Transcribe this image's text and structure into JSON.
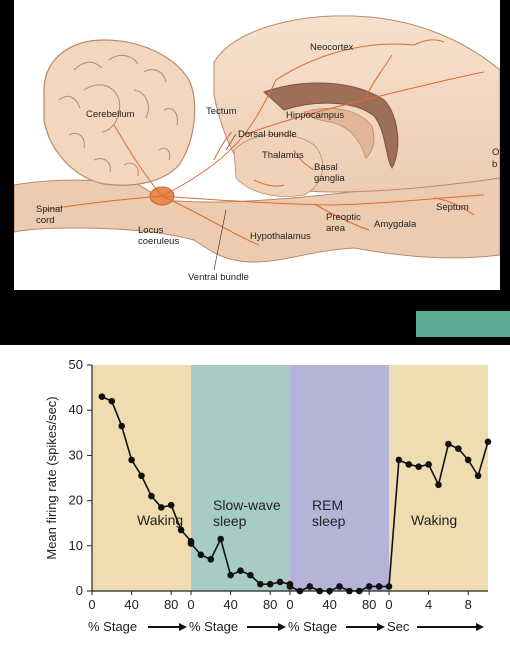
{
  "brain": {
    "labels": {
      "neocortex": "Neocortex",
      "cerebellum": "Cerebellum",
      "tectum": "Tectum",
      "hippocampus": "Hippocampus",
      "dorsal_bundle": "Dorsal bundle",
      "thalamus": "Thalamus",
      "basal_ganglia_1": "Basal",
      "basal_ganglia_2": "ganglia",
      "olfactory_1": "O",
      "olfactory_2": "b",
      "spinal_cord_1": "Spinal",
      "spinal_cord_2": "cord",
      "locus_1": "Locus",
      "locus_2": "coeruleus",
      "hypothalamus": "Hypothalamus",
      "preoptic_1": "Preoptic",
      "preoptic_2": "area",
      "amygdala": "Amygdala",
      "septum": "Septum",
      "ventral_bundle": "Ventral bundle"
    },
    "colors": {
      "tissue": "#f2d6be",
      "tissue_dark": "#dcae8c",
      "outline": "#b98a6a",
      "fiber": "#e06a30",
      "nucleus": "#e8894e"
    }
  },
  "header_bar": {
    "color": "#5aab96"
  },
  "chart_data": {
    "type": "line",
    "ylabel": "Mean firing rate (spikes/sec)",
    "ylim": [
      0,
      50
    ],
    "yticks": [
      "0",
      "10",
      "20",
      "30",
      "40",
      "50"
    ],
    "regions": [
      {
        "name": "Waking",
        "label_1": "Waking",
        "label_2": "",
        "color": "#efdcb0"
      },
      {
        "name": "Slow-wave sleep",
        "label_1": "Slow-wave",
        "label_2": "sleep",
        "color": "#a7ccc3"
      },
      {
        "name": "REM sleep",
        "label_1": "REM",
        "label_2": "sleep",
        "color": "#b6b3d9"
      },
      {
        "name": "Waking",
        "label_1": "Waking",
        "label_2": "",
        "color": "#efdcb0"
      }
    ],
    "segment_ticks": [
      [
        "0",
        "40",
        "80"
      ],
      [
        "0",
        "40",
        "80"
      ],
      [
        "0",
        "40",
        "80"
      ],
      [
        "0",
        "4",
        "8"
      ]
    ],
    "axis_units": [
      {
        "label": "% Stage",
        "range": [
          0,
          100
        ]
      },
      {
        "label": "% Stage",
        "range": [
          0,
          100
        ]
      },
      {
        "label": "% Stage",
        "range": [
          0,
          100
        ]
      },
      {
        "label": "Sec",
        "range": [
          0,
          10
        ]
      }
    ],
    "series": [
      {
        "points": [
          [
            0,
            10,
            43
          ],
          [
            0,
            20,
            42
          ],
          [
            0,
            30,
            36.5
          ],
          [
            0,
            40,
            29
          ],
          [
            0,
            50,
            25.5
          ],
          [
            0,
            60,
            21
          ],
          [
            0,
            70,
            18.5
          ],
          [
            0,
            80,
            19
          ],
          [
            0,
            90,
            13.5
          ],
          [
            0,
            100,
            11
          ],
          [
            1,
            0,
            10.5
          ],
          [
            1,
            10,
            8
          ],
          [
            1,
            20,
            7
          ],
          [
            1,
            30,
            11.5
          ],
          [
            1,
            40,
            3.5
          ],
          [
            1,
            50,
            4.5
          ],
          [
            1,
            60,
            3.5
          ],
          [
            1,
            70,
            1.5
          ],
          [
            1,
            80,
            1.5
          ],
          [
            1,
            90,
            2
          ],
          [
            1,
            100,
            1.5
          ],
          [
            2,
            0,
            1
          ],
          [
            2,
            10,
            0
          ],
          [
            2,
            20,
            1
          ],
          [
            2,
            30,
            0
          ],
          [
            2,
            40,
            0
          ],
          [
            2,
            50,
            1
          ],
          [
            2,
            60,
            0
          ],
          [
            2,
            70,
            0
          ],
          [
            2,
            80,
            1
          ],
          [
            2,
            90,
            1
          ],
          [
            2,
            100,
            1
          ],
          [
            3,
            1,
            29
          ],
          [
            3,
            2,
            28
          ],
          [
            3,
            3,
            27.5
          ],
          [
            3,
            4,
            28
          ],
          [
            3,
            5,
            23.5
          ],
          [
            3,
            6,
            32.5
          ],
          [
            3,
            7,
            31.5
          ],
          [
            3,
            8,
            29
          ],
          [
            3,
            9,
            25.5
          ],
          [
            3,
            10,
            33
          ]
        ]
      }
    ]
  }
}
